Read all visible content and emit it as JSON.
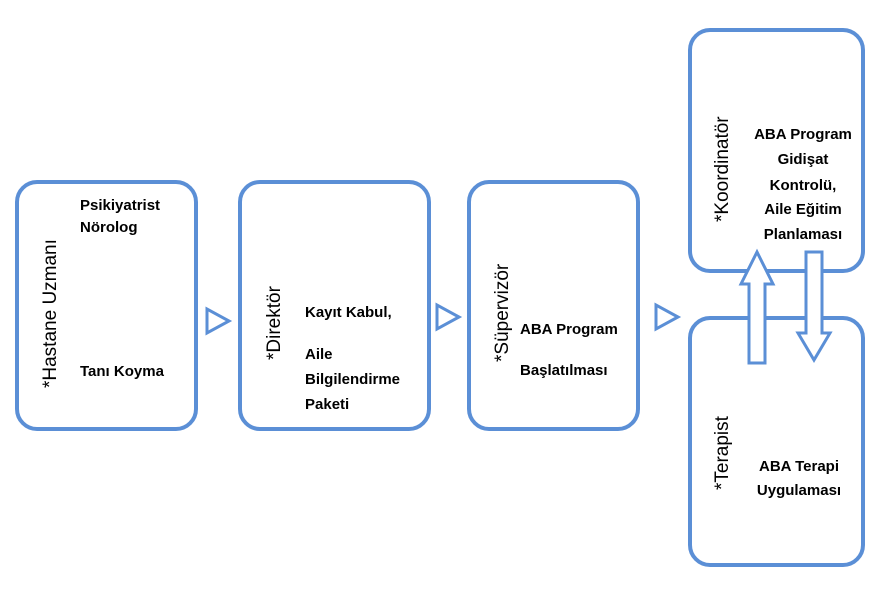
{
  "colors": {
    "accent": "#5b8fd6",
    "fill": "#ffffff",
    "text": "#000000"
  },
  "hastane": {
    "role": "*Hastane Uzmanı",
    "line1": "Psikiyatrist",
    "line2": "Nörolog",
    "line3": "Tanı Koyma"
  },
  "direktor": {
    "role": "*Direktör",
    "line1": "Kayıt Kabul,",
    "line2": "Aile",
    "line3": "Bilgilendirme",
    "line4": "Paketi"
  },
  "supervizor": {
    "role": "*Süpervizör",
    "line1": "ABA Program",
    "line2": "Başlatılması"
  },
  "koordinator": {
    "role": "*Koordinatör",
    "line1": "ABA Program",
    "line2": "Gidişat",
    "line3": "Kontrolü,",
    "line4": "Aile Eğitim",
    "line5": "Planlaması"
  },
  "terapist": {
    "role": "*Terapist",
    "line1": "ABA Terapi",
    "line2": "Uygulaması"
  }
}
